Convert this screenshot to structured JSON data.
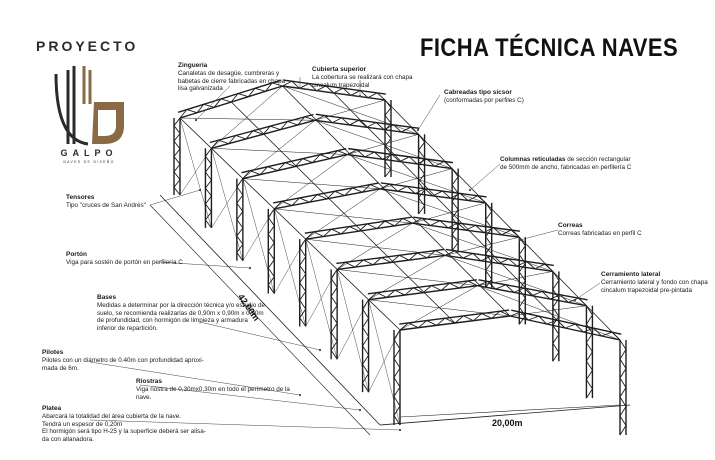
{
  "header": {
    "project_label": "PROYECTO",
    "title": "FICHA TÉCNICA NAVES",
    "brand_name": "GALPO",
    "brand_tagline": "NAVES DE DISEÑO"
  },
  "colors": {
    "accent": "#8a6a45",
    "dark": "#2b2b2b",
    "steel": "#1e1e1e"
  },
  "callouts": {
    "zingueria": {
      "title": "Zinguería",
      "lines": [
        "Canaletas de desagüe, cumbreras y",
        "babetas de cierre fabricadas en chapa",
        "lisa galvanizada"
      ]
    },
    "cubierta": {
      "title": "Cubierta superior",
      "lines": [
        "La cobertura se realizará con chapa",
        "cincalum trapezoidal"
      ]
    },
    "cabreadas": {
      "title": "Cabreadas tipo sicsor",
      "lines": [
        "(conformadas por perfiles C)"
      ]
    },
    "columnas": {
      "title": "Columnas reticuladas",
      "title_rest": " de sección rectangular",
      "lines": [
        "de 500mm de ancho, fabricadas en perfilería C"
      ]
    },
    "tensores": {
      "title": "Tensores",
      "lines": [
        "Tipo \"cruces de San Andrés\""
      ]
    },
    "correas": {
      "title": "Correas",
      "lines": [
        "Correas fabricadas en perfil C"
      ]
    },
    "porton": {
      "title": "Portón",
      "lines": [
        "Viga para sostén de portón en perfilería C"
      ]
    },
    "cerramiento": {
      "title": "Cerramiento lateral",
      "lines": [
        "Cerramiento lateral y fondo con chapa",
        "cincalum trapezoidal pre-pintada"
      ]
    },
    "bases": {
      "title": "Bases",
      "lines": [
        "Medidas a determinar por la dirección técnica y/o estudio de",
        "suelo, se recomienda realizarlas de 0,90m x 0,90m x 0,90m",
        "de profundidad, con hormigón de limpieza y armadura",
        "inferior de repartición."
      ]
    },
    "pilotes": {
      "title": "Pilotes",
      "lines": [
        "Pilotes con un diámetro de 0.40m con profundidad aproxi-",
        "mada de 6m."
      ]
    },
    "riostras": {
      "title": "Riostras",
      "lines": [
        "Viga riostra de 0,30mx0,30m en todo el perímetro de la",
        "nave."
      ]
    },
    "platea": {
      "title": "Platea",
      "lines": [
        "Abarcará la totalidad del área cubierta de la nave.",
        "Tendrá un espesor de 0,20m",
        "El hormigón será tipo H-25 y la superficie deberá ser alisa-",
        "da con allanadora."
      ]
    }
  },
  "dimensions": {
    "length": "42,00m",
    "width": "20,00m"
  }
}
